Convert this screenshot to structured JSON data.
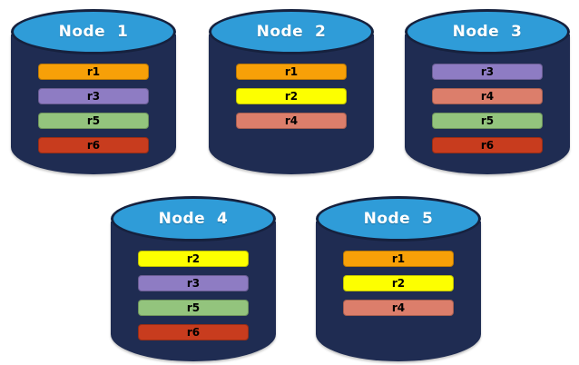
{
  "diagram": {
    "title": "database-nodes-replica-placement",
    "background": "#FFFFFF",
    "colors": {
      "cylinder_body": "#1F2C52",
      "cylinder_top": "#2F9CD8",
      "cylinder_outline": "#16213E",
      "title_text": "#FFFFFF",
      "bar_text": "#000000"
    },
    "replica_colors": {
      "r1": "#F7A008",
      "r2": "#FDFF00",
      "r3": "#8E7CC3",
      "r4": "#DC7E6B",
      "r5": "#93C47D",
      "r6": "#C83C1E"
    },
    "nodes": [
      {
        "title": "Node  1",
        "replicas": [
          "r1",
          "r3",
          "r5",
          "r6"
        ]
      },
      {
        "title": "Node  2",
        "replicas": [
          "r1",
          "r2",
          "r4"
        ]
      },
      {
        "title": "Node  3",
        "replicas": [
          "r3",
          "r4",
          "r5",
          "r6"
        ]
      },
      {
        "title": "Node  4",
        "replicas": [
          "r2",
          "r3",
          "r5",
          "r6"
        ]
      },
      {
        "title": "Node  5",
        "replicas": [
          "r1",
          "r2",
          "r4"
        ]
      }
    ]
  }
}
